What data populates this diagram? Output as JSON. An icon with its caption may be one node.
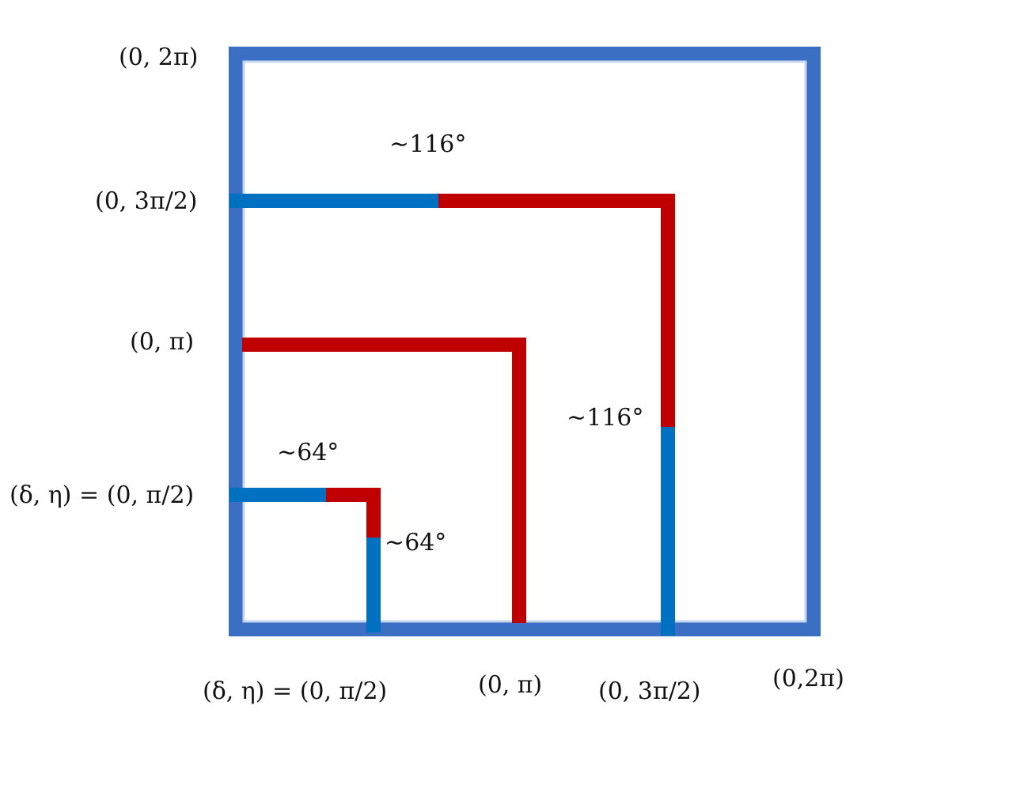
{
  "diagram": {
    "labels": [
      "(0, 2π)",
      "~116°",
      "(0, 3π/2)",
      "(0, π)",
      "~116°",
      "~64°",
      "(δ, η) = (0, π/2)",
      "~64°",
      "(δ, η) = (0, π/2)",
      "(0, π)",
      "(0, 3π/2)",
      "(0,2π)"
    ]
  }
}
